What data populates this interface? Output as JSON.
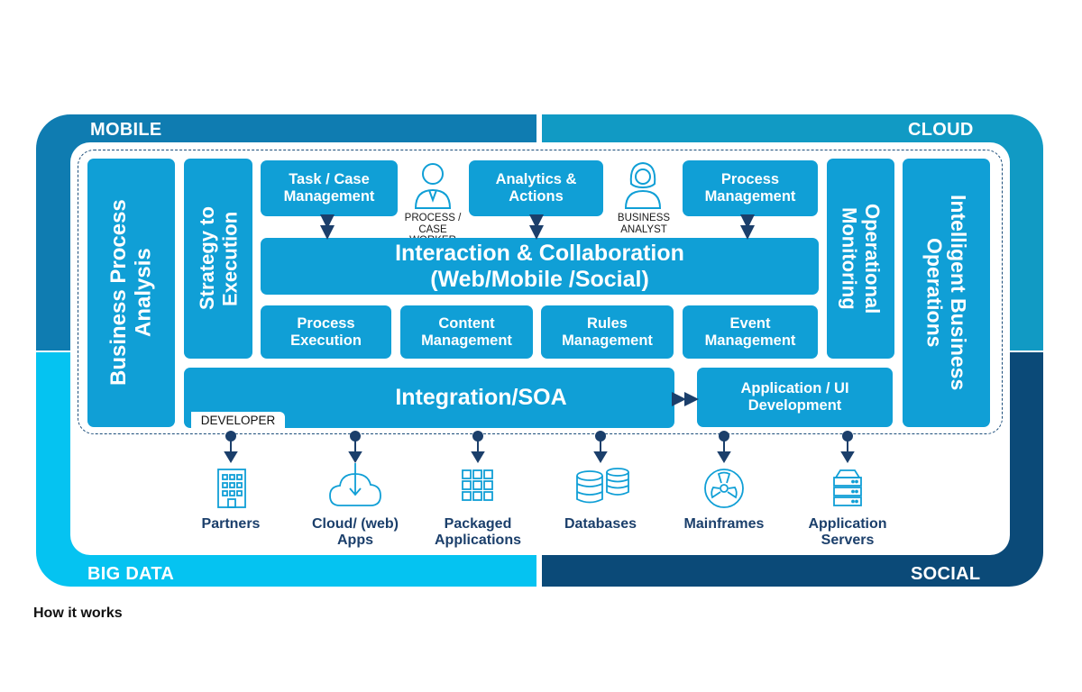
{
  "quadrants": {
    "mobile": "MOBILE",
    "cloud": "CLOUD",
    "big_data": "BIG DATA",
    "social": "SOCIAL"
  },
  "left_pillar": "Business Process Analysis",
  "strategy": "Strategy to Execution",
  "top_boxes": {
    "task": "Task / Case Management",
    "analytics": "Analytics & Actions",
    "process_mgmt": "Process Management"
  },
  "roles": {
    "worker": "PROCESS / CASE WORKER",
    "analyst": "BUSINESS ANALYST",
    "developer": "DEVELOPER"
  },
  "interaction": {
    "line1": "Interaction & Collaboration",
    "line2": "(Web/Mobile /Social)"
  },
  "mid_boxes": {
    "execution": "Process Execution",
    "content": "Content Management",
    "rules": "Rules Management",
    "event": "Event Management"
  },
  "operational": "Operational Monitoring",
  "intelligent": "Intelligent Business Operations",
  "integration": "Integration/SOA",
  "app_ui": "Application / UI Development",
  "bottom": {
    "partners": "Partners",
    "cloud_apps": "Cloud/ (web) Apps",
    "packaged": "Packaged Applications",
    "databases": "Databases",
    "mainframes": "Mainframes",
    "app_servers": "Application Servers"
  },
  "caption": "How it works",
  "colors": {
    "mobile": "#0f7cb1",
    "cloud": "#119ac4",
    "big_data": "#05c3f1",
    "social": "#0b4a78",
    "box": "#109fd6",
    "arrow": "#1b3f6b"
  }
}
